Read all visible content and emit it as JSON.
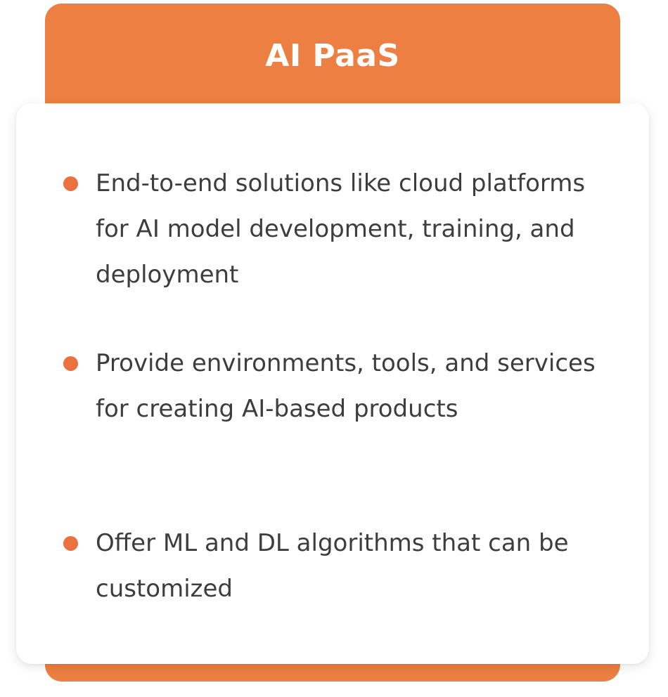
{
  "card": {
    "title": "AI PaaS",
    "accent_color": "#ec7f41",
    "bullet_color": "#ec7040",
    "items": [
      {
        "text": "End-to-end solutions like cloud platforms for AI model development, training, and deployment"
      },
      {
        "text": "Provide environments, tools, and services for creating AI-based products"
      },
      {
        "text": "Offer ML and DL algorithms that can be customized"
      }
    ]
  }
}
